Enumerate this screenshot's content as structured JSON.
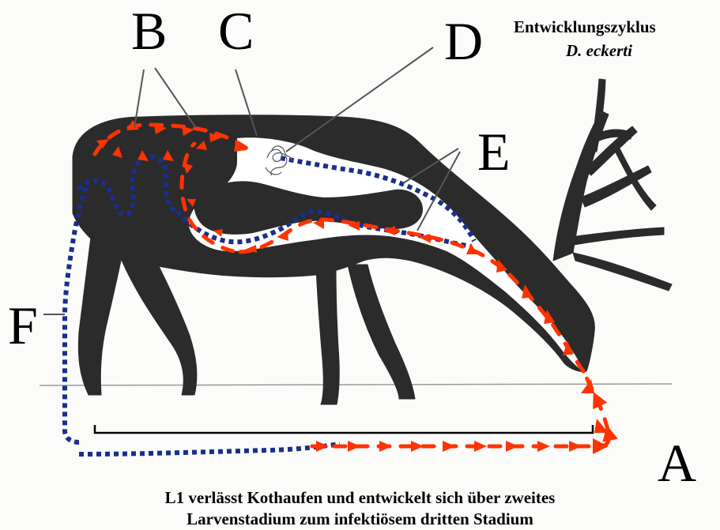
{
  "title": {
    "line1": "Entwicklungszyklus",
    "line2": "D. eckerti"
  },
  "labels": {
    "a": "A",
    "b": "B",
    "c": "C",
    "d": "D",
    "e": "E",
    "f": "F"
  },
  "caption": {
    "line1": "L1 verlässt Kothaufen und entwickelt sich über zweites",
    "line2": "Larvenstadium zum infektiösem dritten Stadium"
  },
  "colors": {
    "silhouette": "#2b2b2b",
    "infective_path": "#ff3300",
    "larval_path": "#1a2e8c",
    "ground": "#9a9a9a"
  }
}
